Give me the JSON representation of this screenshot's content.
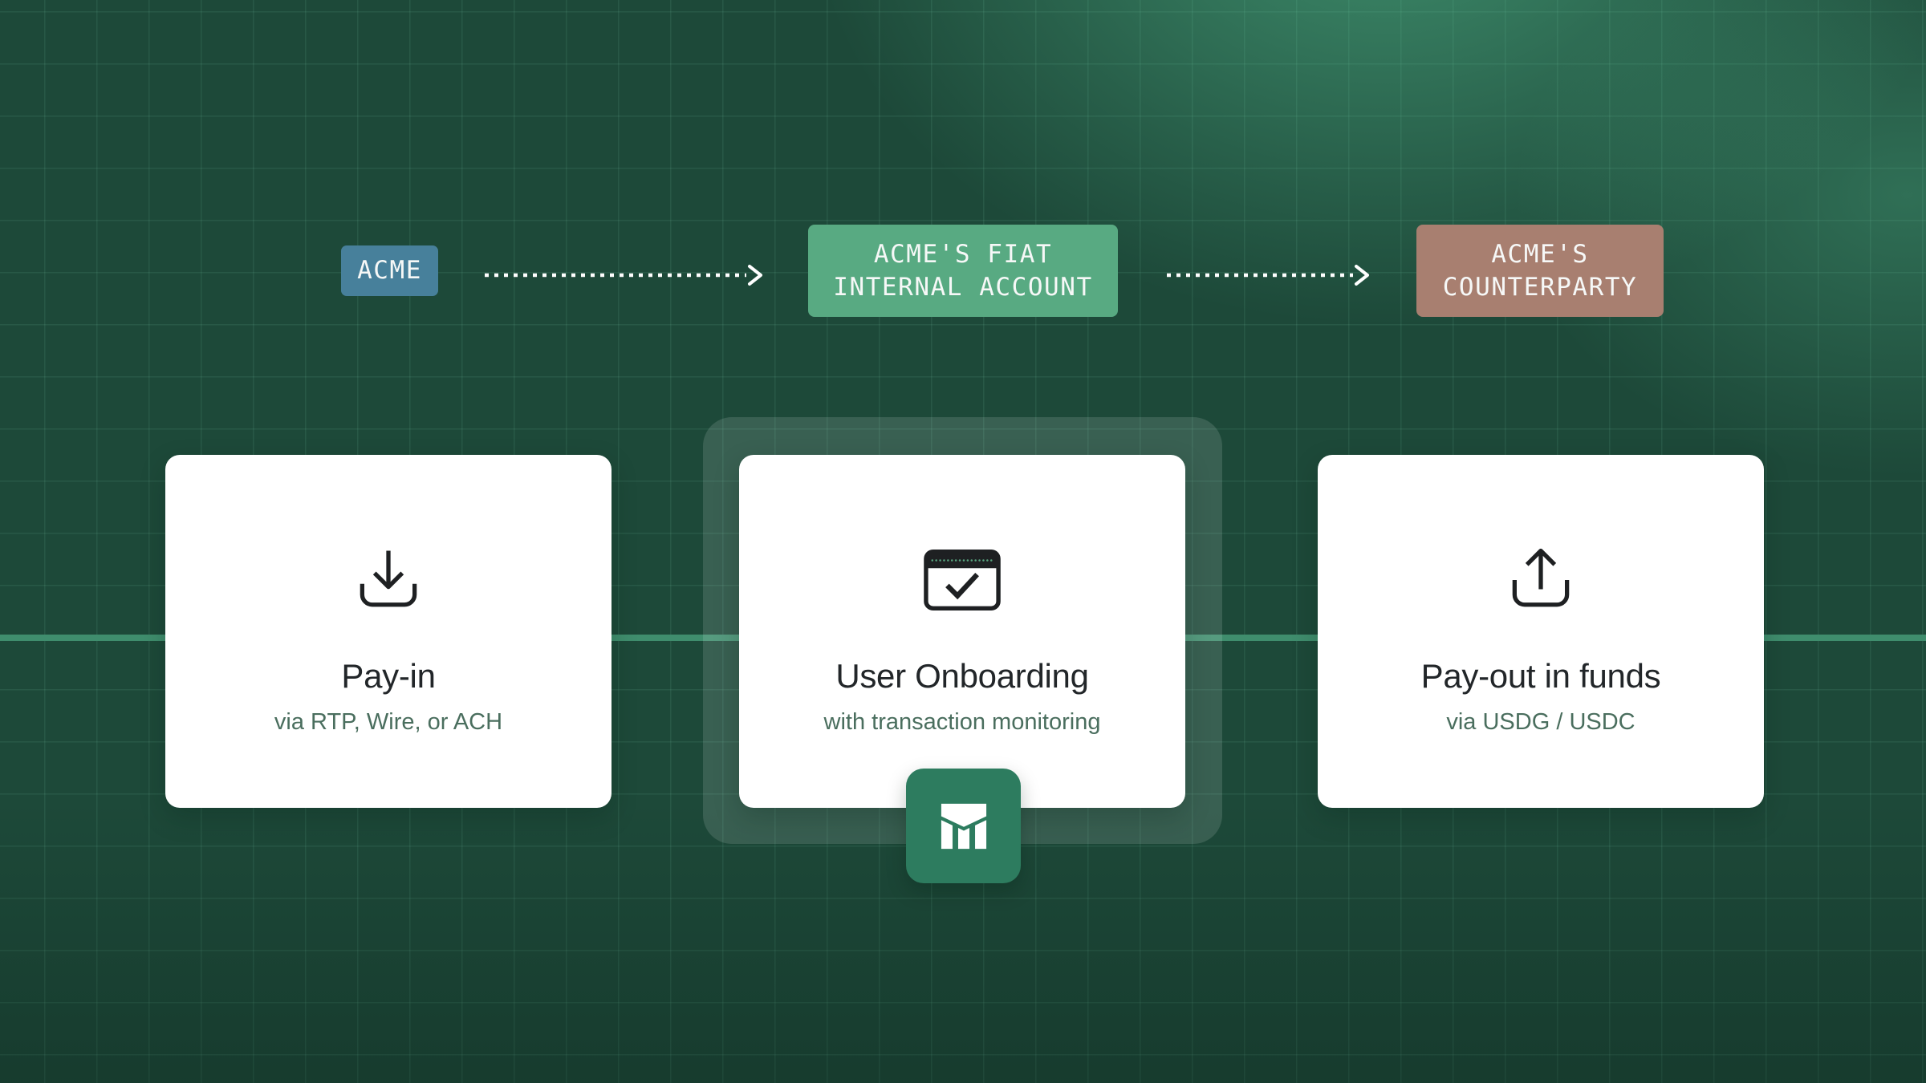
{
  "palette": {
    "background": "#1d4939",
    "grid_line": "rgba(126,214,178,0.11)",
    "accent_line": "#3f8d6d",
    "card_background": "#ffffff",
    "card_title_color": "#222629",
    "card_subtitle_color": "#4a6e5e",
    "node_text_color": "#f6f8f7",
    "badge_color": "#2d7c5f",
    "arrow_color": "#ffffff"
  },
  "flow": {
    "nodes": [
      {
        "id": "acme",
        "label": "ACME",
        "color": "#47809b"
      },
      {
        "id": "fiat-internal-account",
        "label": "ACME'S FIAT\nINTERNAL ACCOUNT",
        "color": "#58aa82"
      },
      {
        "id": "counterparty",
        "label": "ACME'S\nCOUNTERPARTY",
        "color": "#a87f70"
      }
    ],
    "arrows": [
      {
        "from": "acme",
        "to": "fiat-internal-account",
        "style": "dotted"
      },
      {
        "from": "fiat-internal-account",
        "to": "counterparty",
        "style": "dotted"
      }
    ]
  },
  "cards": [
    {
      "id": "pay-in",
      "icon": "download-tray-icon",
      "title": "Pay-in",
      "subtitle": "via RTP, Wire, or ACH",
      "highlighted": false
    },
    {
      "id": "user-onboarding",
      "icon": "window-check-icon",
      "title": "User Onboarding",
      "subtitle": "with transaction monitoring",
      "highlighted": true
    },
    {
      "id": "pay-out",
      "icon": "upload-tray-icon",
      "title": "Pay-out in funds",
      "subtitle": "via USDG / USDC",
      "highlighted": false
    }
  ],
  "badge": {
    "icon": "m-logo",
    "attached_to": "user-onboarding"
  }
}
